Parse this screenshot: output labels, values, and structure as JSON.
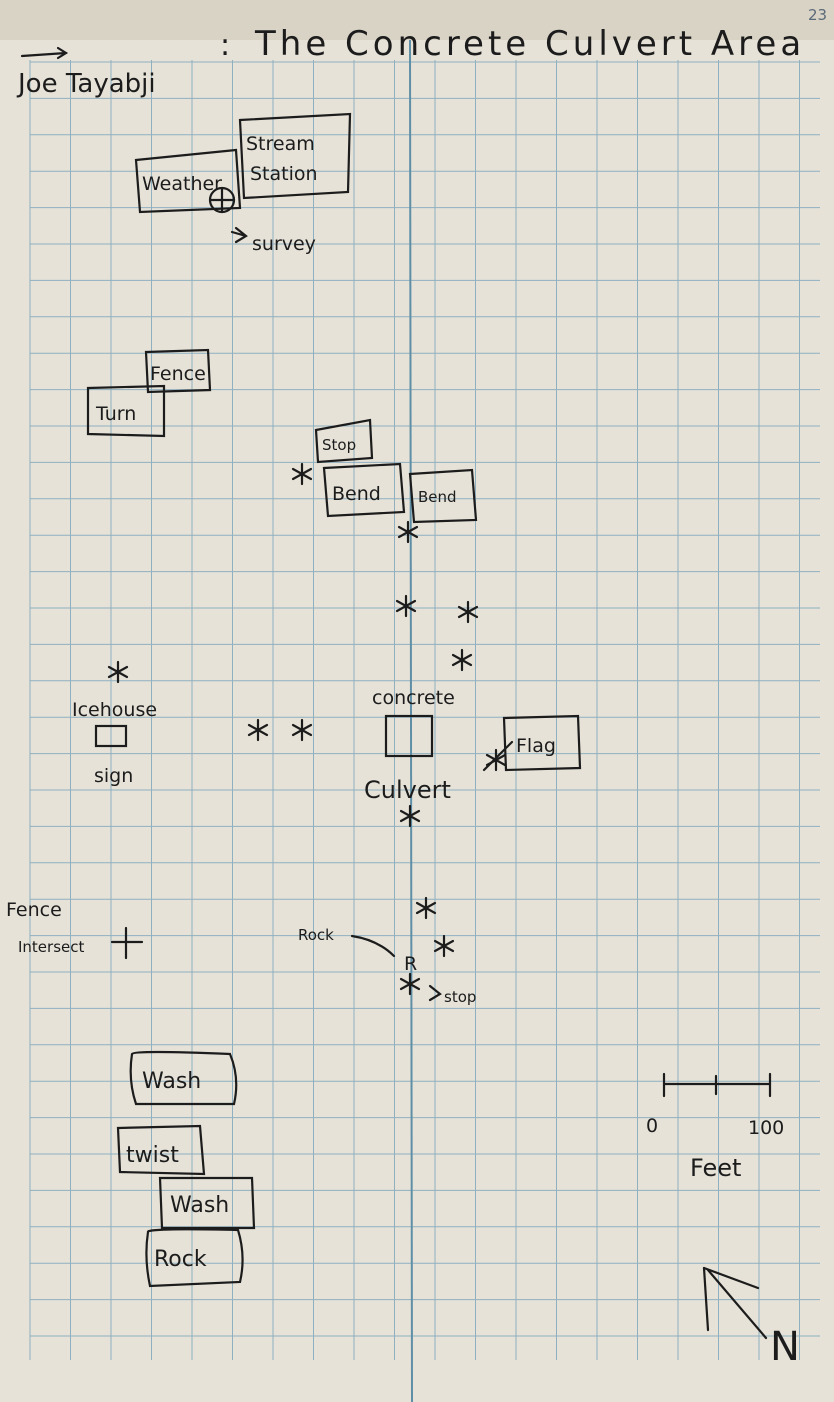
{
  "page_number": "23",
  "title": {
    "author": "Joe Tayabji",
    "separator": ":",
    "text": "The Concrete Culvert Area"
  },
  "labels": {
    "weather": "Weather",
    "stream_station": [
      "Stream",
      "Station"
    ],
    "survey": "survey",
    "fence_top": "Fence",
    "turn": "Turn",
    "stop_top": "Stop",
    "bend_1": "Bend",
    "bend_2": "Bend",
    "icehouse": "Icehouse",
    "sign": "sign",
    "concrete": "concrete",
    "culvert": "Culvert",
    "flag": "Flag",
    "fence_intersect": [
      "Fence",
      "Intersect"
    ],
    "rock_marker": "Rock",
    "rock_letter": "R",
    "stop_bottom": "stop",
    "wash_1": "Wash",
    "twist": "twist",
    "wash_2": "Wash",
    "rock_bottom": "Rock"
  },
  "scale_bar": {
    "start": "0",
    "end": "100",
    "unit": "Feet"
  },
  "north_arrow": {
    "label": "N"
  },
  "colors": {
    "paper": "#e6e2d8",
    "grid": "#8fb0c0",
    "ink": "#1c1c1c",
    "center_line": "#5f8fa6"
  }
}
